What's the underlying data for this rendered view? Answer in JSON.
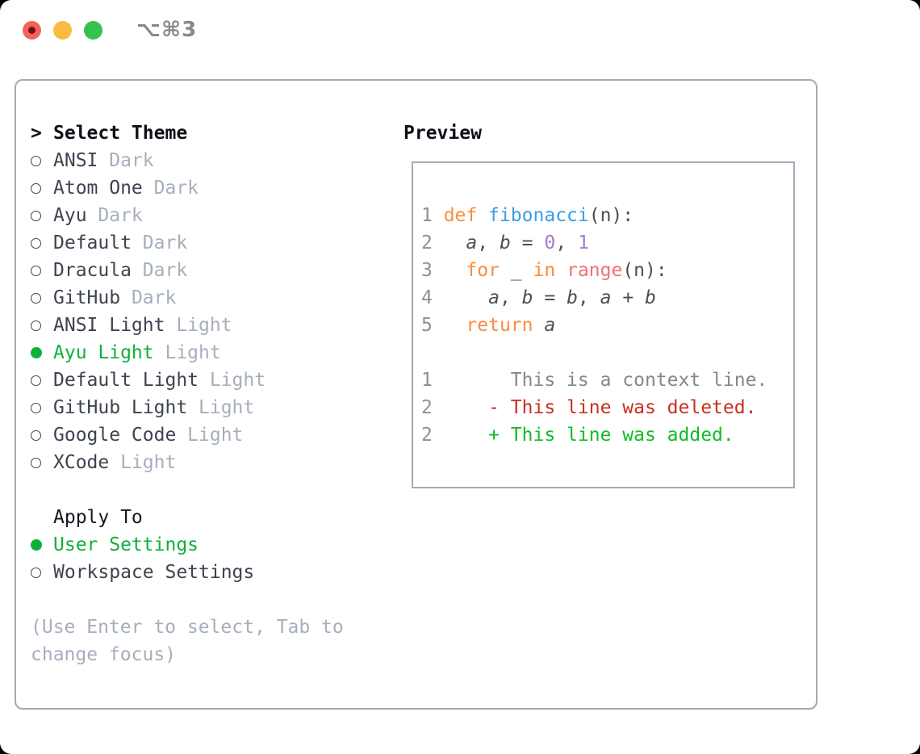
{
  "window": {
    "title": "⌥⌘3"
  },
  "colors": {
    "accent-green": "#0fb03a",
    "panel-border": "#a3aab6",
    "header-text": "#0d1017",
    "item-name": "#3d4350",
    "item-tag": "#a6afbc",
    "hint-text": "#a6afbc",
    "title-text": "#88888d",
    "traffic-red": "#f4635b",
    "traffic-red-dot": "#70120d",
    "traffic-yellow": "#f8bd40",
    "traffic-green": "#36c24e",
    "code-num": "#8a9199",
    "code-kw": "#fa8d3e",
    "code-fn": "#399ee6",
    "code-plain": "#4b5056",
    "code-var": "#4b5056",
    "code-const": "#a37acc",
    "code-supp": "#f07171",
    "code-ctx": "#83888f",
    "code-del": "#c5311f",
    "code-add": "#10bd27"
  },
  "theme_picker": {
    "header_prefix": ">",
    "header": "Select Theme",
    "items": [
      {
        "name": "ANSI",
        "tag": "Dark",
        "selected": false
      },
      {
        "name": "Atom One",
        "tag": "Dark",
        "selected": false
      },
      {
        "name": "Ayu",
        "tag": "Dark",
        "selected": false
      },
      {
        "name": "Default",
        "tag": "Dark",
        "selected": false
      },
      {
        "name": "Dracula",
        "tag": "Dark",
        "selected": false
      },
      {
        "name": "GitHub",
        "tag": "Dark",
        "selected": false
      },
      {
        "name": "ANSI Light",
        "tag": "Light",
        "selected": false
      },
      {
        "name": "Ayu Light",
        "tag": "Light",
        "selected": true
      },
      {
        "name": "Default Light",
        "tag": "Light",
        "selected": false
      },
      {
        "name": "GitHub Light",
        "tag": "Light",
        "selected": false
      },
      {
        "name": "Google Code",
        "tag": "Light",
        "selected": false
      },
      {
        "name": "XCode",
        "tag": "Light",
        "selected": false
      }
    ]
  },
  "apply_to": {
    "header": "Apply To",
    "options": [
      {
        "label": "User Settings",
        "selected": true
      },
      {
        "label": "Workspace Settings",
        "selected": false
      }
    ]
  },
  "hint": {
    "lines": [
      "(Use Enter to select, Tab to",
      "change focus)"
    ]
  },
  "preview": {
    "header": "Preview",
    "lines": [
      [
        [
          "num",
          "1 "
        ],
        [
          "kw",
          "def "
        ],
        [
          "fn",
          "fibonacci"
        ],
        [
          "plain",
          "(n):"
        ]
      ],
      [
        [
          "num",
          "2 "
        ],
        [
          "plain",
          "  "
        ],
        [
          "var",
          "a"
        ],
        [
          "plain",
          ", "
        ],
        [
          "var",
          "b"
        ],
        [
          "plain",
          " = "
        ],
        [
          "const",
          "0"
        ],
        [
          "plain",
          ", "
        ],
        [
          "const",
          "1"
        ]
      ],
      [
        [
          "num",
          "3 "
        ],
        [
          "plain",
          "  "
        ],
        [
          "kw",
          "for "
        ],
        [
          "var",
          "_"
        ],
        [
          "plain",
          " "
        ],
        [
          "kw",
          "in "
        ],
        [
          "supp",
          "range"
        ],
        [
          "plain",
          "(n):"
        ]
      ],
      [
        [
          "num",
          "4 "
        ],
        [
          "plain",
          "    "
        ],
        [
          "var",
          "a"
        ],
        [
          "plain",
          ", "
        ],
        [
          "var",
          "b"
        ],
        [
          "plain",
          " = "
        ],
        [
          "var",
          "b"
        ],
        [
          "plain",
          ", "
        ],
        [
          "var",
          "a"
        ],
        [
          "plain",
          " + "
        ],
        [
          "var",
          "b"
        ]
      ],
      [
        [
          "num",
          "5 "
        ],
        [
          "plain",
          "  "
        ],
        [
          "kw",
          "return "
        ],
        [
          "var",
          "a"
        ]
      ],
      [],
      [
        [
          "num",
          "1 "
        ],
        [
          "ctx",
          "      This is a context line."
        ]
      ],
      [
        [
          "num",
          "2 "
        ],
        [
          "plain",
          "    "
        ],
        [
          "del",
          "- This line was deleted."
        ]
      ],
      [
        [
          "num",
          "2 "
        ],
        [
          "plain",
          "    "
        ],
        [
          "add",
          "+ This line was added."
        ]
      ]
    ]
  }
}
